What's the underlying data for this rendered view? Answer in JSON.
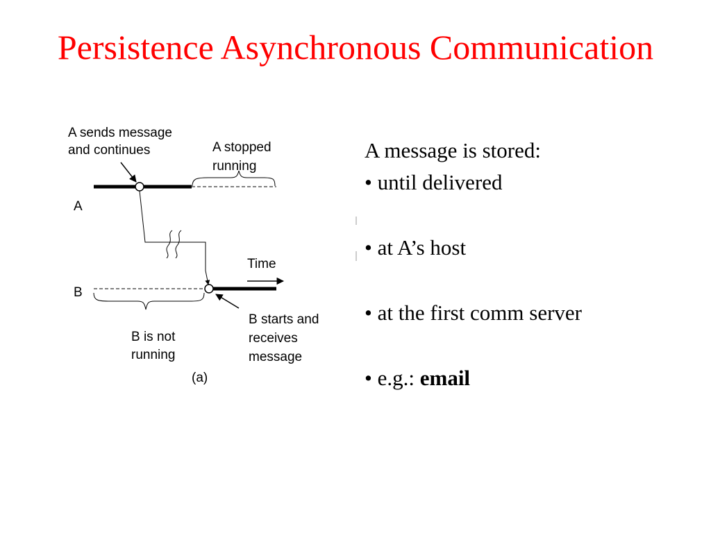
{
  "slide": {
    "title": "Persistence Asynchronous Communication"
  },
  "diagram": {
    "labels": {
      "a_sends_line1": "A sends message",
      "a_sends_line2": "and continues",
      "a_stopped_line1": "A stopped",
      "a_stopped_line2": "running",
      "process_a": "A",
      "process_b": "B",
      "time": "Time",
      "b_starts_line1": "B starts and",
      "b_starts_line2": "receives",
      "b_starts_line3": "message",
      "b_not_running_line1": "B is not",
      "b_not_running_line2": "running",
      "caption": "(a)"
    }
  },
  "bullets": {
    "heading": "A message is stored:",
    "items": [
      {
        "marker": "•",
        "text": "until delivered"
      },
      {
        "marker": "•",
        "text": "at A’s host"
      },
      {
        "marker": "•",
        "text": "at the first comm server"
      },
      {
        "marker": "•",
        "prefix": "e.g.:",
        "emphasis": "email"
      }
    ]
  },
  "colors": {
    "title": "#ff0000",
    "text": "#000000",
    "background": "#ffffff"
  }
}
